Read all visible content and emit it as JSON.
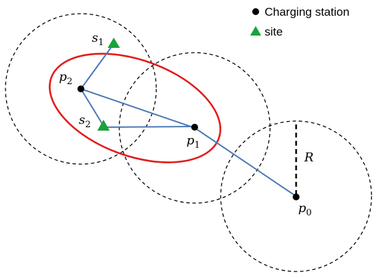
{
  "legend": {
    "station_label": "Charging station",
    "site_label": "site"
  },
  "labels": {
    "p0": {
      "letter": "p",
      "sub": "0"
    },
    "p1": {
      "letter": "p",
      "sub": "1"
    },
    "p2": {
      "letter": "p",
      "sub": "2"
    },
    "s1": {
      "letter": "s",
      "sub": "1"
    },
    "s2": {
      "letter": "s",
      "sub": "2"
    },
    "radius": "R"
  },
  "colors": {
    "line": "#4a78b5",
    "ellipse": "#e31b1b",
    "site": "#19a339",
    "station": "#000000",
    "circle": "#000000"
  }
}
